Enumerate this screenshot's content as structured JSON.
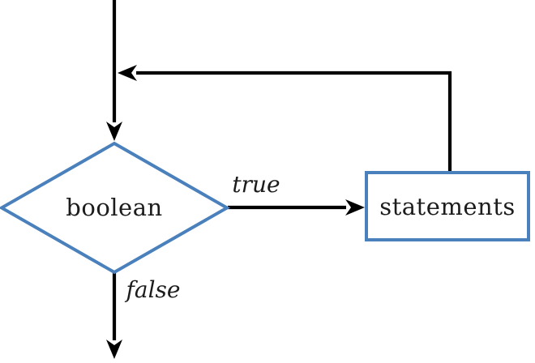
{
  "diagram": {
    "nodes": {
      "decision": {
        "label": "boolean",
        "shape": "diamond"
      },
      "process": {
        "label": "statements",
        "shape": "rectangle"
      }
    },
    "edges": {
      "true_label": "true",
      "false_label": "false"
    },
    "colors": {
      "shape_stroke": "#4a80bb",
      "line": "#000000",
      "arrowhead": "#000000",
      "text": "#1c1c1c"
    }
  }
}
